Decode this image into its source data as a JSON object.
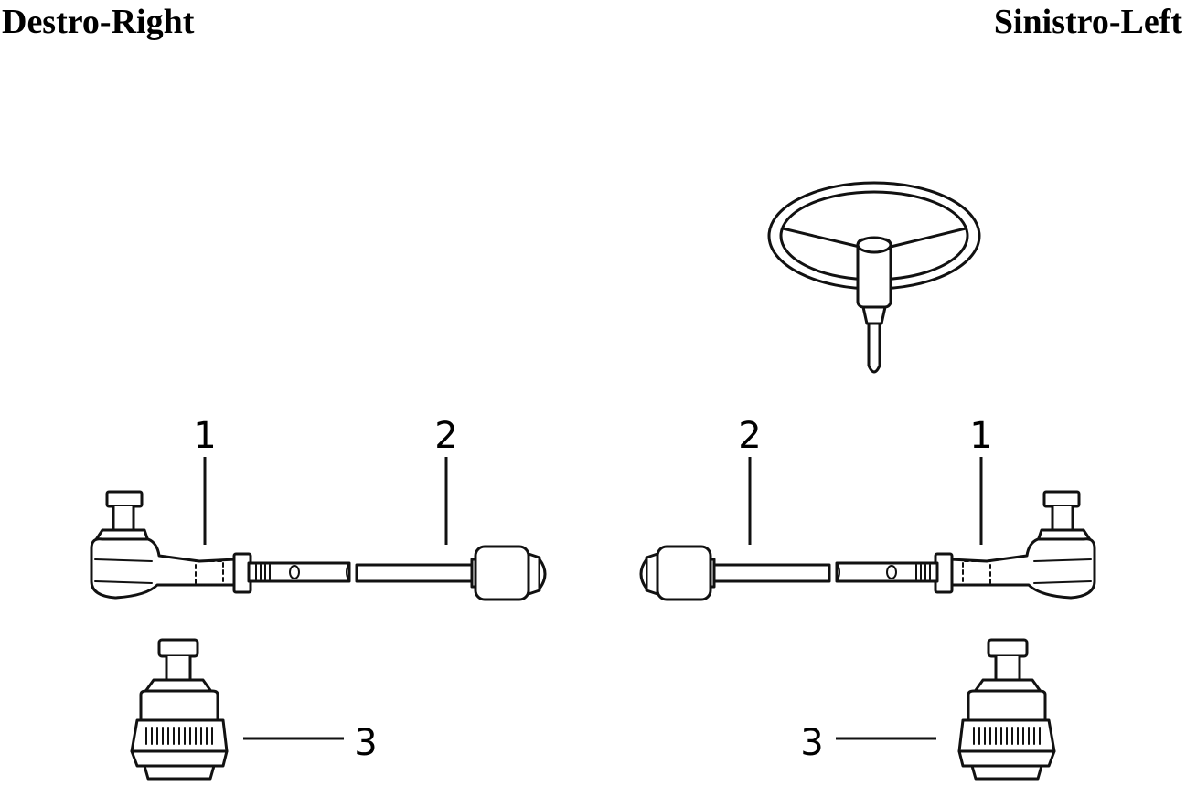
{
  "headings": {
    "left": "Destro-Right",
    "right": "Sinistro-Left"
  },
  "callouts": {
    "tie_rod_end": "1",
    "tie_rod": "2",
    "ball_joint": "3"
  },
  "icons": [
    "steering-wheel-icon",
    "tie-rod-end-icon",
    "tie-rod-icon",
    "ball-joint-icon"
  ]
}
